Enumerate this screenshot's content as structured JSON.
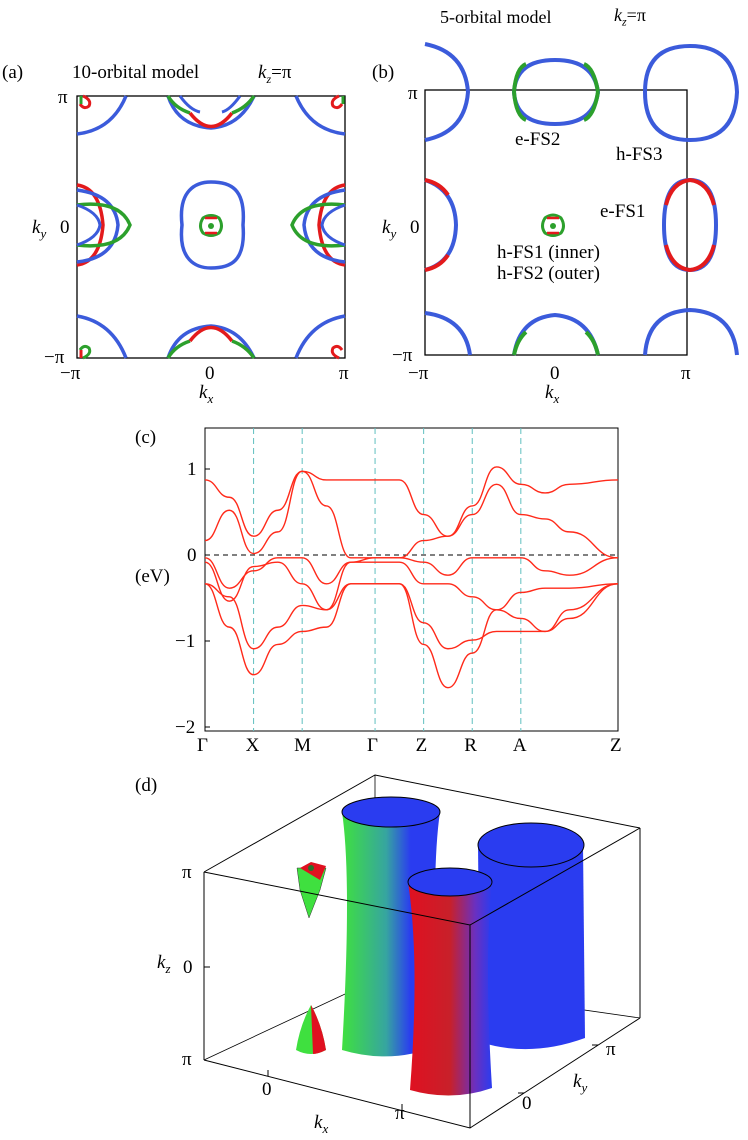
{
  "panel_a": {
    "label": "(a)",
    "title": "10-orbital model",
    "kz_label": "k",
    "kz_sub": "z",
    "kz_value": "=π",
    "xlabel": "k",
    "xlabel_sub": "x",
    "ylabel": "k",
    "ylabel_sub": "y",
    "xticks": [
      "−π",
      "0",
      "π"
    ],
    "yticks": [
      "π",
      "0",
      "−π"
    ]
  },
  "panel_b": {
    "label": "(b)",
    "title": "5-orbital model",
    "kz_label": "k",
    "kz_sub": "z",
    "kz_value": "=π",
    "xlabel": "k",
    "xlabel_sub": "x",
    "ylabel": "k",
    "ylabel_sub": "y",
    "xticks": [
      "−π",
      "0",
      "π"
    ],
    "yticks": [
      "π",
      "0",
      "−π"
    ],
    "annotations": [
      "e-FS2",
      "h-FS3",
      "e-FS1",
      "h-FS1 (inner)",
      "h-FS2 (outer)"
    ]
  },
  "panel_c": {
    "label": "(c)",
    "ylabel": "(eV)",
    "yticks": [
      "1",
      "0",
      "−1",
      "−2"
    ],
    "xticks": [
      "Γ",
      "X",
      "M",
      "Γ",
      "Z",
      "R",
      "A",
      "Z"
    ]
  },
  "panel_d": {
    "label": "(d)",
    "kz_label": "k",
    "kz_sub": "z",
    "kz_ticks": [
      "π",
      "0",
      "π"
    ],
    "kx_label": "k",
    "kx_sub": "x",
    "kx_ticks": [
      "0",
      "π"
    ],
    "ky_label": "k",
    "ky_sub": "y",
    "ky_ticks": [
      "0",
      "π"
    ]
  },
  "colors": {
    "blue": "#3b5bdb",
    "red": "#e31a1c",
    "green": "#2ca02c",
    "band": "#ff2a1a",
    "guide": "#5fbfbf"
  },
  "chart_data": [
    {
      "type": "line",
      "xticks": [
        "Γ",
        "X",
        "M",
        "Γ",
        "Z",
        "R",
        "A",
        "Z"
      ],
      "ylim": [
        -2,
        1.5
      ],
      "ylabel": "(eV)",
      "reference_line": 0,
      "series": [
        {
          "x": [
            0,
            0.5,
            1,
            1.5,
            2,
            2.5,
            3,
            3.5,
            4,
            4.5,
            5,
            5.5,
            6,
            6.5,
            7,
            7.5,
            8.5
          ],
          "values": [
            0.9,
            0.7,
            0.25,
            0.55,
            1.0,
            0.9,
            0.9,
            0.9,
            0.9,
            0.5,
            0.25,
            0.6,
            1.05,
            0.85,
            0.75,
            0.85,
            0.9
          ]
        },
        {
          "x": [
            0,
            0.5,
            1,
            1.5,
            2,
            2.5,
            3,
            3.5,
            4,
            4.5,
            5,
            5.5,
            6,
            6.5,
            7,
            7.5,
            8.5
          ],
          "values": [
            0.2,
            0.55,
            0.05,
            0.3,
            1.0,
            0.6,
            0.0,
            0.0,
            0.0,
            0.2,
            0.25,
            0.5,
            0.85,
            0.5,
            0.45,
            0.3,
            0.0
          ]
        },
        {
          "x": [
            0,
            0.5,
            1,
            1.5,
            2,
            2.5,
            3,
            3.5,
            4,
            4.5,
            5,
            5.5,
            6,
            6.5,
            7,
            7.5,
            8.5
          ],
          "values": [
            0.0,
            -0.35,
            -0.15,
            0.0,
            0.0,
            -0.3,
            -0.05,
            0.0,
            0.0,
            -0.05,
            -0.2,
            0.0,
            0.0,
            0.0,
            -0.15,
            -0.2,
            0.0
          ]
        },
        {
          "x": [
            0,
            0.5,
            1,
            1.5,
            2,
            2.5,
            3,
            3.5,
            4,
            4.5,
            5,
            5.5,
            6,
            6.5,
            7,
            7.5,
            8.5
          ],
          "values": [
            -0.05,
            -0.5,
            -0.1,
            -0.05,
            -0.3,
            -0.6,
            -0.05,
            -0.05,
            -0.05,
            -0.3,
            -0.3,
            -0.45,
            -0.6,
            -0.7,
            -0.85,
            -0.6,
            -0.3
          ]
        },
        {
          "x": [
            0,
            0.5,
            1,
            1.5,
            2,
            2.5,
            3,
            3.5,
            4,
            4.5,
            5,
            5.5,
            6,
            6.5,
            7,
            7.5,
            8.5
          ],
          "values": [
            -0.3,
            -0.45,
            -1.05,
            -0.8,
            -0.55,
            -0.6,
            -0.3,
            -0.3,
            -0.3,
            -0.75,
            -1.05,
            -0.95,
            -0.85,
            -0.85,
            -0.85,
            -0.7,
            -0.3
          ]
        },
        {
          "x": [
            0,
            0.5,
            1,
            1.5,
            2,
            2.5,
            3,
            3.5,
            4,
            4.5,
            5,
            5.5,
            6,
            6.5,
            7,
            7.5,
            8.5
          ],
          "values": [
            -0.3,
            -0.8,
            -1.35,
            -1.0,
            -0.85,
            -0.8,
            -0.3,
            -0.3,
            -0.3,
            -1.0,
            -1.5,
            -1.1,
            -0.6,
            -0.4,
            -0.35,
            -0.35,
            -0.3
          ]
        }
      ]
    }
  ]
}
